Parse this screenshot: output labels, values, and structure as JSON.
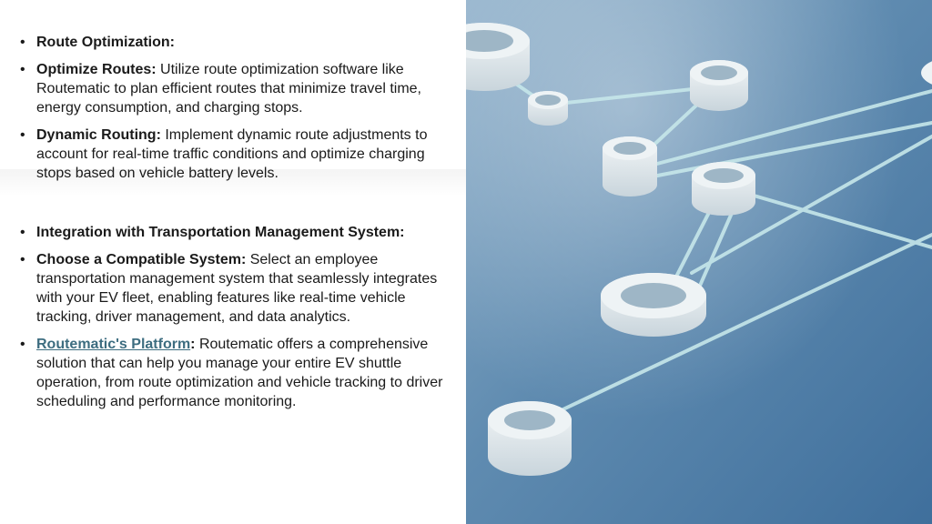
{
  "section1": {
    "item1": {
      "bold": "Route Optimization:",
      "text": ""
    },
    "item2": {
      "bold": "Optimize Routes:",
      "text": " Utilize route optimization software like Routematic to plan efficient routes that minimize travel time, energy consumption, and charging stops."
    },
    "item3": {
      "bold": "Dynamic Routing:",
      "text": " Implement dynamic route adjustments to account for real-time traffic conditions and optimize charging stops based on vehicle battery levels."
    }
  },
  "section2": {
    "item1": {
      "bold": "Integration with Transportation Management System:",
      "text": ""
    },
    "item2": {
      "bold": "Choose a Compatible System:",
      "text": " Select an employee transportation management system that seamlessly integrates with your EV fleet, enabling features like real-time vehicle tracking, driver management, and data analytics."
    },
    "item3": {
      "link": "Routematic's Platform",
      "colon": ":",
      "text": " Routematic offers a comprehensive solution that can help you manage your entire EV shuttle operation, from route optimization and vehicle tracking to driver scheduling and performance monitoring."
    }
  },
  "bullet": "•",
  "colors": {
    "link": "#3d6d80",
    "image_bg": "#5a86ad",
    "ring": "#e9eff2",
    "line": "#bfe3e6"
  }
}
